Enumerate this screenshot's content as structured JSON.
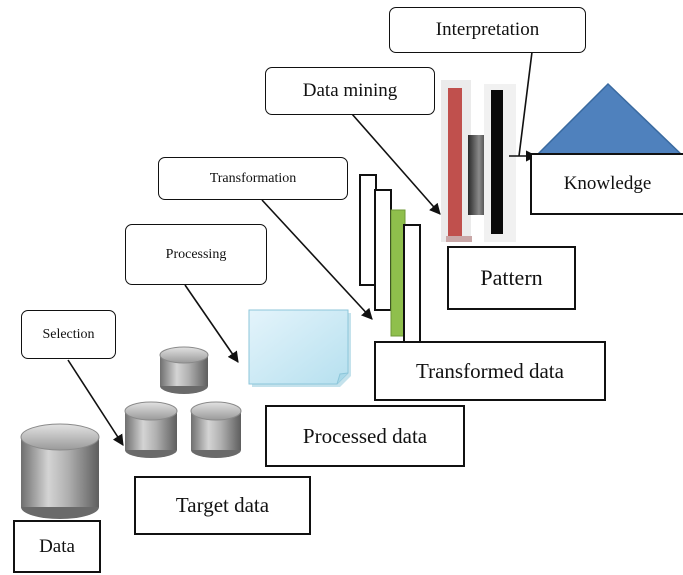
{
  "diagram": {
    "steps": {
      "selection": "Selection",
      "processing": "Processing",
      "transformation": "Transformation",
      "data_mining": "Data mining",
      "interpretation": "Interpretation"
    },
    "outputs": {
      "data": "Data",
      "target_data": "Target data",
      "processed_data": "Processed data",
      "transformed_data": "Transformed data",
      "pattern": "Pattern",
      "knowledge": "Knowledge"
    }
  }
}
